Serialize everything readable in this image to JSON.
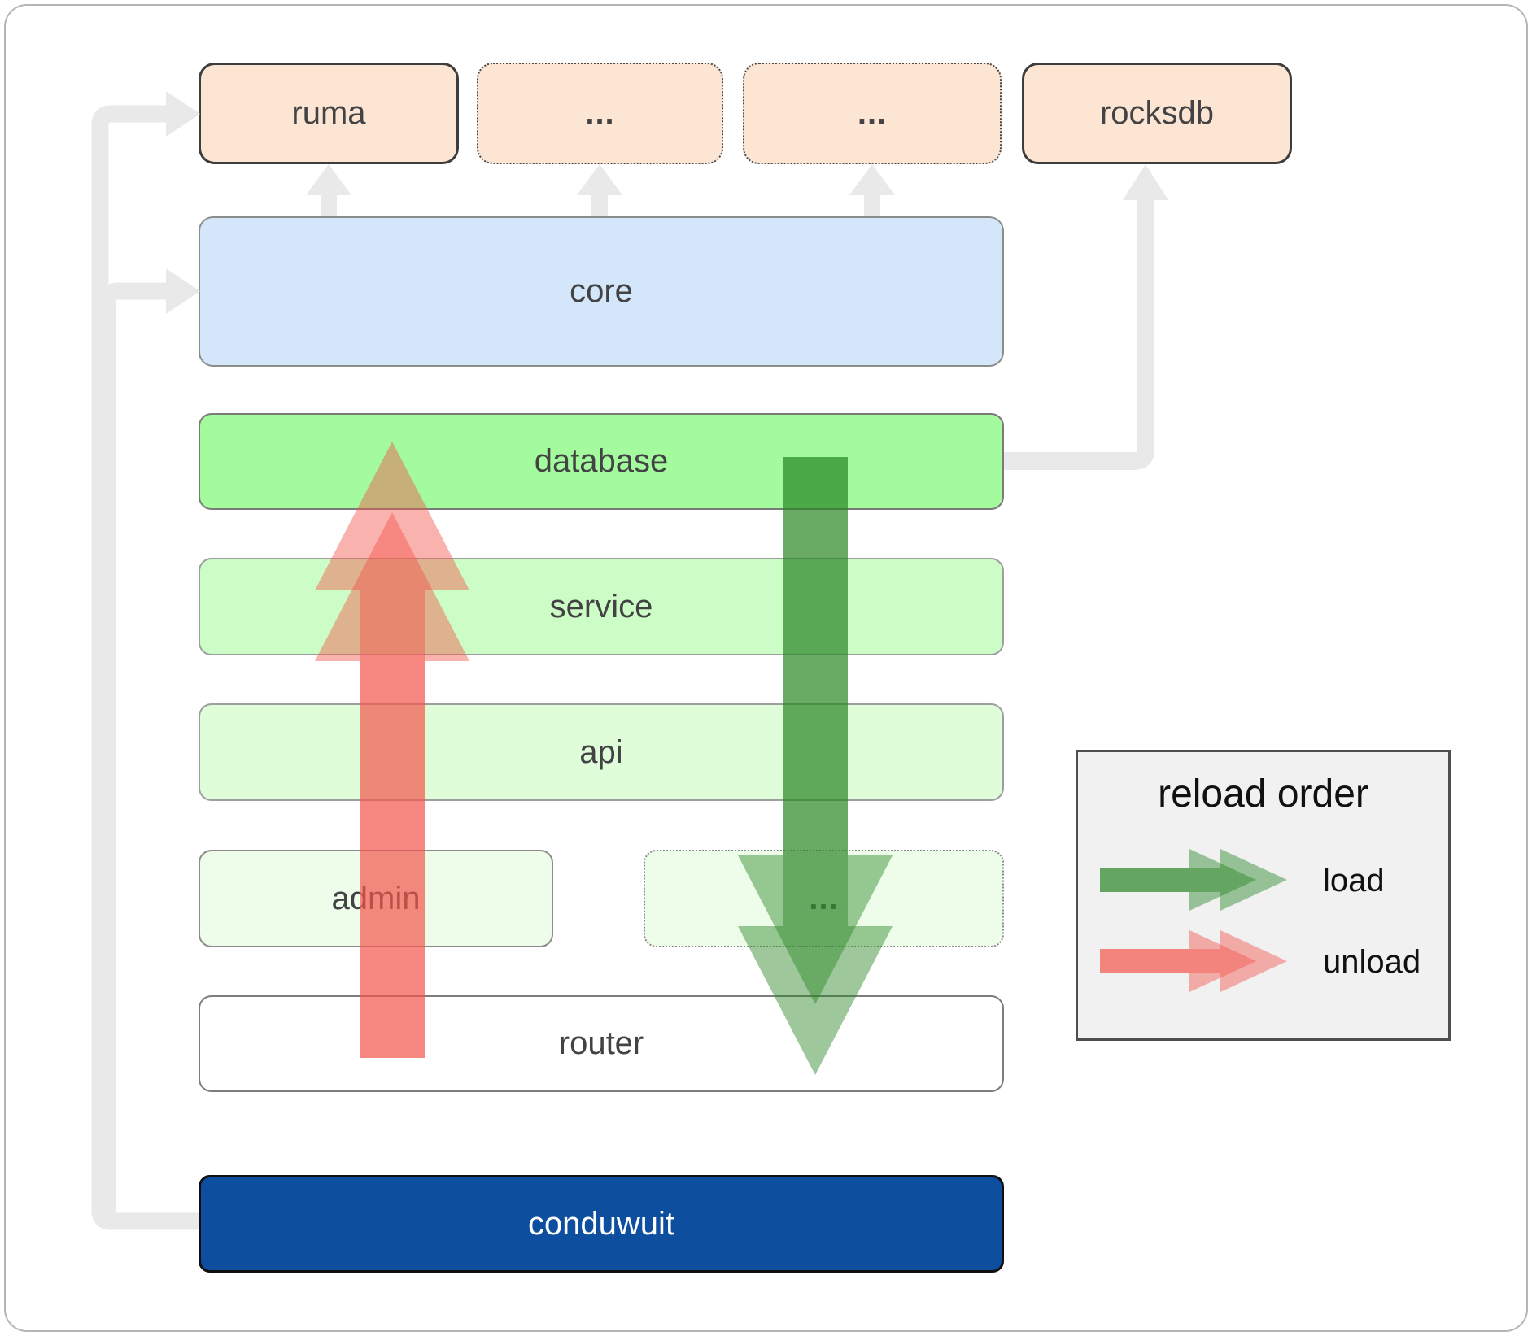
{
  "boxes": {
    "ruma": {
      "label": "ruma"
    },
    "module_top_1": {
      "label": "..."
    },
    "module_top_2": {
      "label": "..."
    },
    "rocksdb": {
      "label": "rocksdb"
    },
    "core": {
      "label": "core"
    },
    "database": {
      "label": "database"
    },
    "service": {
      "label": "service"
    },
    "api": {
      "label": "api"
    },
    "admin": {
      "label": "admin"
    },
    "module_bottom": {
      "label": "..."
    },
    "router": {
      "label": "router"
    },
    "conduwuit": {
      "label": "conduwuit"
    }
  },
  "legend": {
    "title": "reload order",
    "items": [
      {
        "label": "load",
        "color": "#288423",
        "direction": "down"
      },
      {
        "label": "unload",
        "color": "#f4544c",
        "direction": "up"
      }
    ]
  },
  "colors": {
    "external_box_fill": "#fce5d3",
    "core_fill": "#d4e7fa",
    "database_fill": "#a3fb9d",
    "service_fill": "#cdfdc6",
    "api_fill": "#dffdd9",
    "admin_fill": "#eefdea",
    "router_fill": "#ffffff",
    "conduwuit_fill": "#0d4e9f",
    "connector_gray": "#e9e9e9",
    "load_arrow": "rgba(40,132,35,0.45)",
    "unload_arrow": "rgba(244,84,76,0.45)",
    "legend_bg": "#f1f1f2"
  }
}
